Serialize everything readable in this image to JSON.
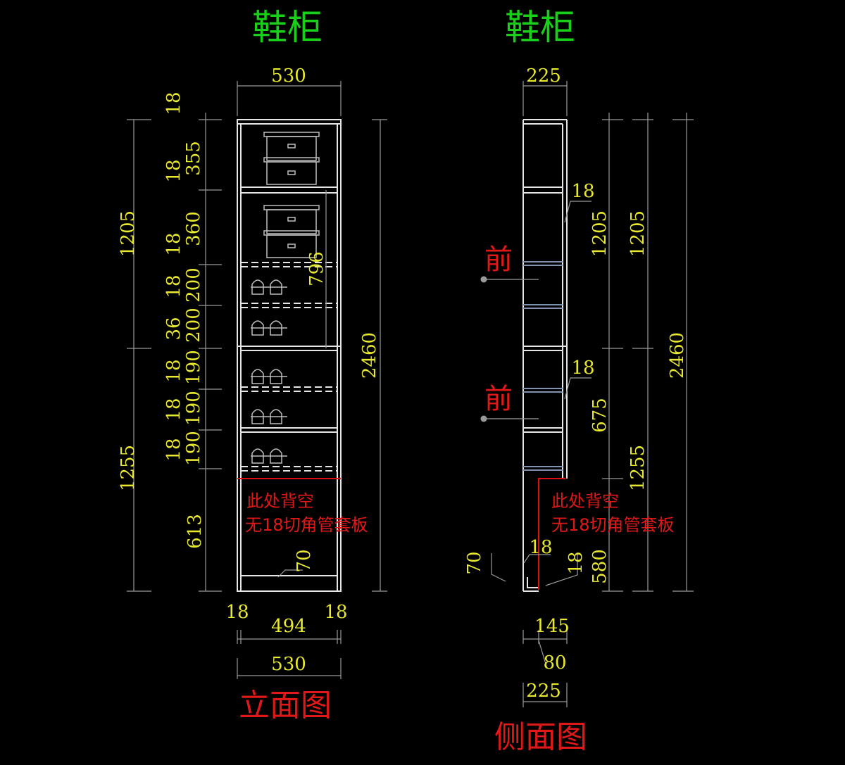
{
  "front": {
    "title": "鞋柜",
    "caption": "立面图",
    "top_width": "530",
    "left_total_top": "1205",
    "left_total_bottom": "1255",
    "right_total": "2460",
    "inner_796": "796",
    "segments": [
      "18",
      "355",
      "18",
      "360",
      "18",
      "200",
      "18",
      "200",
      "36",
      "190",
      "18",
      "190",
      "18",
      "190",
      "18",
      "613"
    ],
    "plinth": "70",
    "bottom_side_left": "18",
    "bottom_inner": "494",
    "bottom_side_right": "18",
    "bottom_width": "530",
    "note_line1": "此处背空",
    "note_line2": "无18切角管套板"
  },
  "side": {
    "title": "鞋柜",
    "caption": "侧面图",
    "top_depth": "225",
    "front_mark_1": "前",
    "front_mark_2": "前",
    "shelf_18_a": "18",
    "shelf_18_b": "18",
    "dim_1205_a": "1205",
    "dim_675": "675",
    "dim_580": "580",
    "dim_1205_b": "1205",
    "dim_1255": "1255",
    "dim_2460": "2460",
    "bottom_18_a": "18",
    "bottom_18_b": "18",
    "plinth": "70",
    "bottom_145": "145",
    "bottom_80": "80",
    "bottom_225": "225",
    "note_line1": "此处背空",
    "note_line2": "无18切角管套板"
  }
}
